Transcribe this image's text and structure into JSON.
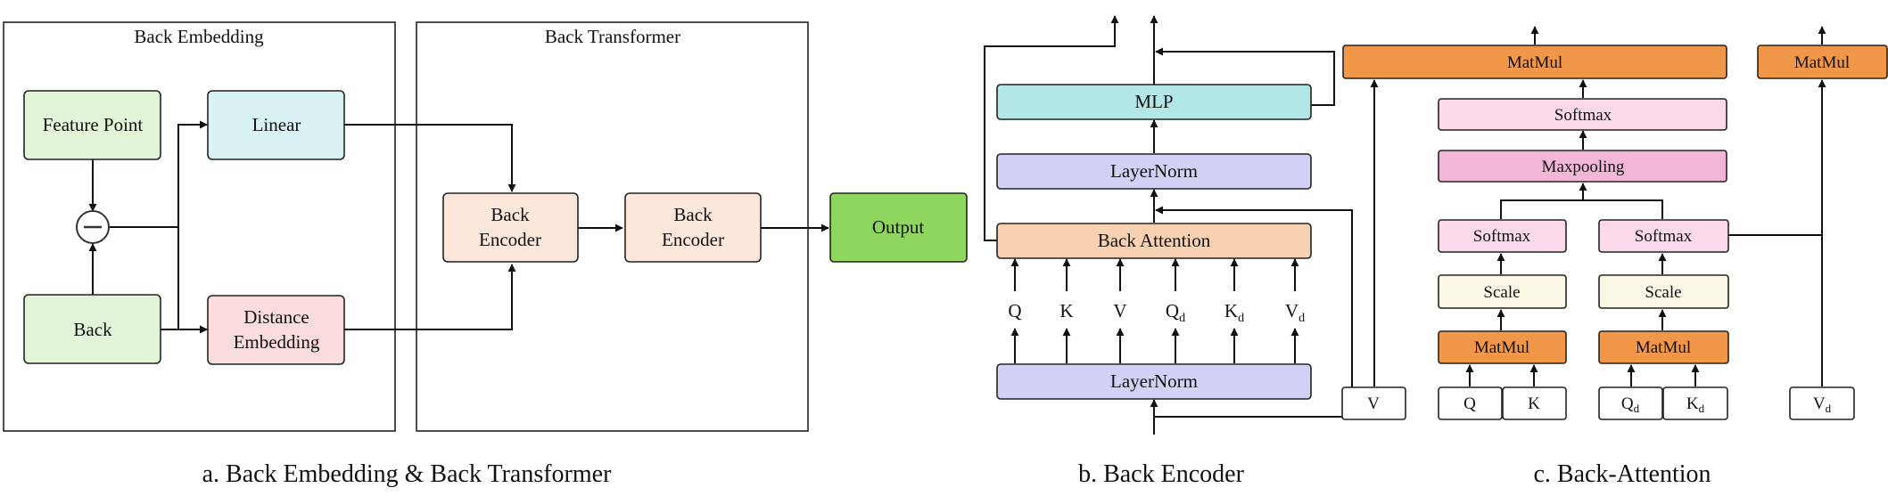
{
  "panel_a": {
    "embedding_title": "Back Embedding",
    "transformer_title": "Back Transformer",
    "feature_point": "Feature Point",
    "linear": "Linear",
    "back": "Back",
    "distance_line1": "Distance",
    "distance_line2": "Embedding",
    "encoder1_line1": "Back",
    "encoder1_line2": "Encoder",
    "encoder2_line1": "Back",
    "encoder2_line2": "Encoder",
    "output": "Output",
    "caption": "a. Back Embedding & Back Transformer"
  },
  "panel_b": {
    "mlp": "MLP",
    "layernorm_top": "LayerNorm",
    "back_attention": "Back Attention",
    "layernorm_bottom": "LayerNorm",
    "inputs": [
      {
        "base": "Q",
        "sub": ""
      },
      {
        "base": "K",
        "sub": ""
      },
      {
        "base": "V",
        "sub": ""
      },
      {
        "base": "Q",
        "sub": "d"
      },
      {
        "base": "K",
        "sub": "d"
      },
      {
        "base": "V",
        "sub": "d"
      }
    ],
    "caption": "b. Back Encoder"
  },
  "panel_c": {
    "matmul_top": "MatMul",
    "matmul_right": "MatMul",
    "softmax_top": "Softmax",
    "maxpooling": "Maxpooling",
    "softmax_left": "Softmax",
    "softmax_right": "Softmax",
    "scale_left": "Scale",
    "scale_right": "Scale",
    "matmul_left": "MatMul",
    "matmul_mid": "MatMul",
    "input_v": {
      "base": "V",
      "sub": ""
    },
    "input_q": {
      "base": "Q",
      "sub": ""
    },
    "input_k": {
      "base": "K",
      "sub": ""
    },
    "input_qd": {
      "base": "Q",
      "sub": "d"
    },
    "input_kd": {
      "base": "K",
      "sub": "d"
    },
    "input_vd": {
      "base": "V",
      "sub": "d"
    },
    "caption": "c. Back-Attention"
  },
  "colors": {
    "green": "#e3f5d8",
    "cyan": "#d9f3f5",
    "pink": "#fbdcdc",
    "peach": "#fbe8da",
    "output": "#8ed65e",
    "mlp": "#b3e6e6",
    "layernorm": "#d2d2f6",
    "back_attention": "#f8d1b2",
    "matmul": "#f0974a",
    "softmax_light": "#fbd9ea",
    "maxpool": "#f2b6d6",
    "scale": "#fbf7e6"
  }
}
